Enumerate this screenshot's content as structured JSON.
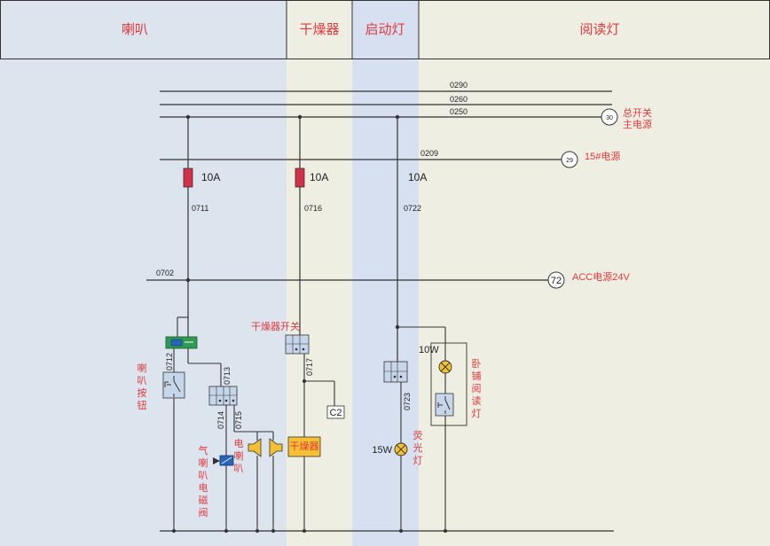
{
  "header": {
    "horn": "喇叭",
    "dryer": "干燥器",
    "start_light": "启动灯",
    "reading_light": "阅读灯"
  },
  "buses": {
    "b0290": "0290",
    "b0260": "0260",
    "b0250": "0250",
    "b0209": "0209",
    "b0702": "0702"
  },
  "terminals": {
    "t30_num": "30",
    "t30_label_1": "总开关",
    "t30_label_2": "主电源",
    "t29_num": "29",
    "t29_label": "15#电源",
    "t72_num": "72",
    "t72_label": "ACC电源24V"
  },
  "fuses": {
    "f1_rating": "10A",
    "f2_rating": "10A",
    "f3_rating": "10A"
  },
  "wires": {
    "w0711": "0711",
    "w0716": "0716",
    "w0722": "0722",
    "w0712": "0712",
    "w0713": "0713",
    "w0714": "0714",
    "w0715": "0715",
    "w0717": "0717",
    "w0723": "0723"
  },
  "components": {
    "horn_button": [
      "喇",
      "叭",
      "按",
      "钮"
    ],
    "air_horn_valve": [
      "气",
      "喇",
      "叭",
      "电",
      "磁",
      "阀"
    ],
    "electric_horn": [
      "电",
      "喇",
      "叭"
    ],
    "dryer_switch": "干燥器开关",
    "dryer_box": "干燥器",
    "c2": "C2",
    "fluor_watt": "15W",
    "fluor_label": [
      "荧",
      "光",
      "灯"
    ],
    "berth_watt": "10W",
    "berth_label": [
      "卧",
      "铺",
      "阅",
      "读",
      "灯"
    ]
  },
  "colors": {
    "band_blue": "#dce4ee",
    "band_beige": "#eeefe2",
    "band_blue2": "#d7e0f0",
    "label_red": "#e0393e",
    "fuse_red": "#d62f4a",
    "relay_green": "#2e9a52",
    "dryer_yellow": "#f5c033"
  }
}
